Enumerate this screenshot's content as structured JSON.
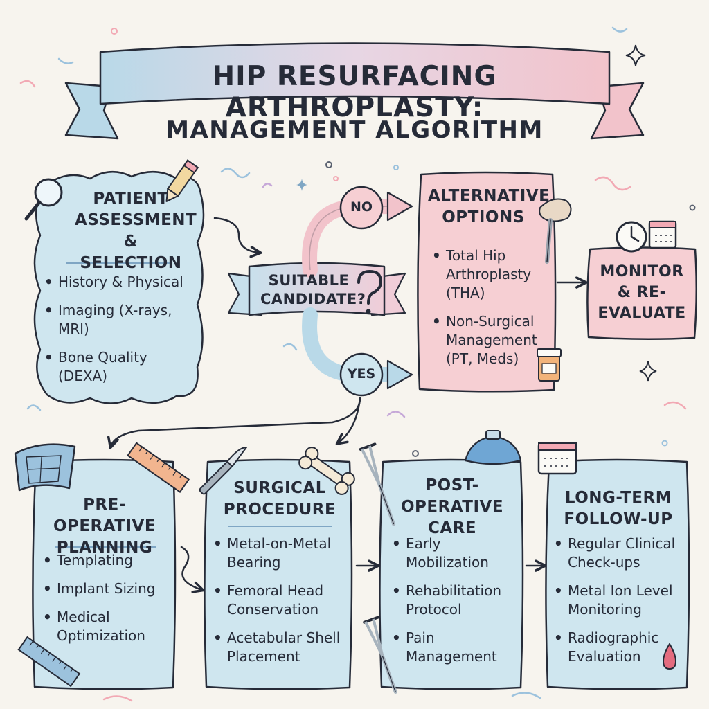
{
  "title": {
    "line1": "HIP RESURFACING ARTHROPLASTY:",
    "line2": "MANAGEMENT ALGORITHM"
  },
  "assessment": {
    "title": "PATIENT ASSESSMENT & SELECTION",
    "items": [
      "History & Physical",
      "Imaging (X-rays, MRI)",
      "Bone Quality (DEXA)"
    ]
  },
  "decision": {
    "question": "SUITABLE CANDIDATE?",
    "no_label": "NO",
    "yes_label": "YES"
  },
  "alternatives": {
    "title": "ALTERNATIVE OPTIONS",
    "items": [
      "Total Hip Arthroplasty (THA)",
      "Non-Surgical Management (PT, Meds)"
    ]
  },
  "monitor": {
    "label": "MONITOR & RE-EVALUATE"
  },
  "stages": [
    {
      "title": "PRE-OPERATIVE PLANNING",
      "items": [
        "Templating",
        "Implant Sizing",
        "Medical Optimization"
      ]
    },
    {
      "title": "SURGICAL PROCEDURE",
      "items": [
        "Metal-on-Metal Bearing",
        "Femoral Head Conservation",
        "Acetabular Shell Placement"
      ]
    },
    {
      "title": "POST-OPERATIVE CARE",
      "items": [
        "Early Mobilization",
        "Rehabilitation Protocol",
        "Pain Management"
      ]
    },
    {
      "title": "LONG-TERM FOLLOW-UP",
      "items": [
        "Regular Clinical Check-ups",
        "Metal Ion Level Monitoring",
        "Radiographic Evaluation"
      ]
    }
  ],
  "colors": {
    "blue_card": "#cfe6ef",
    "pink_card": "#f6cfd3",
    "ink": "#262b38",
    "banner_blue": "#b9d9e8",
    "banner_pink": "#f2c3cb",
    "background": "#f7f4ee"
  },
  "icons": [
    "magnifier-icon",
    "pencil-icon",
    "question-mark-icon",
    "hip-implant-icon",
    "clock-icon",
    "calendar-icon",
    "pill-bottle-icon",
    "blueprint-icon",
    "ruler-icon",
    "scalpel-icon",
    "bone-icon",
    "crutch-icon",
    "ice-pack-icon",
    "blood-drop-icon",
    "sparkle-icon"
  ]
}
